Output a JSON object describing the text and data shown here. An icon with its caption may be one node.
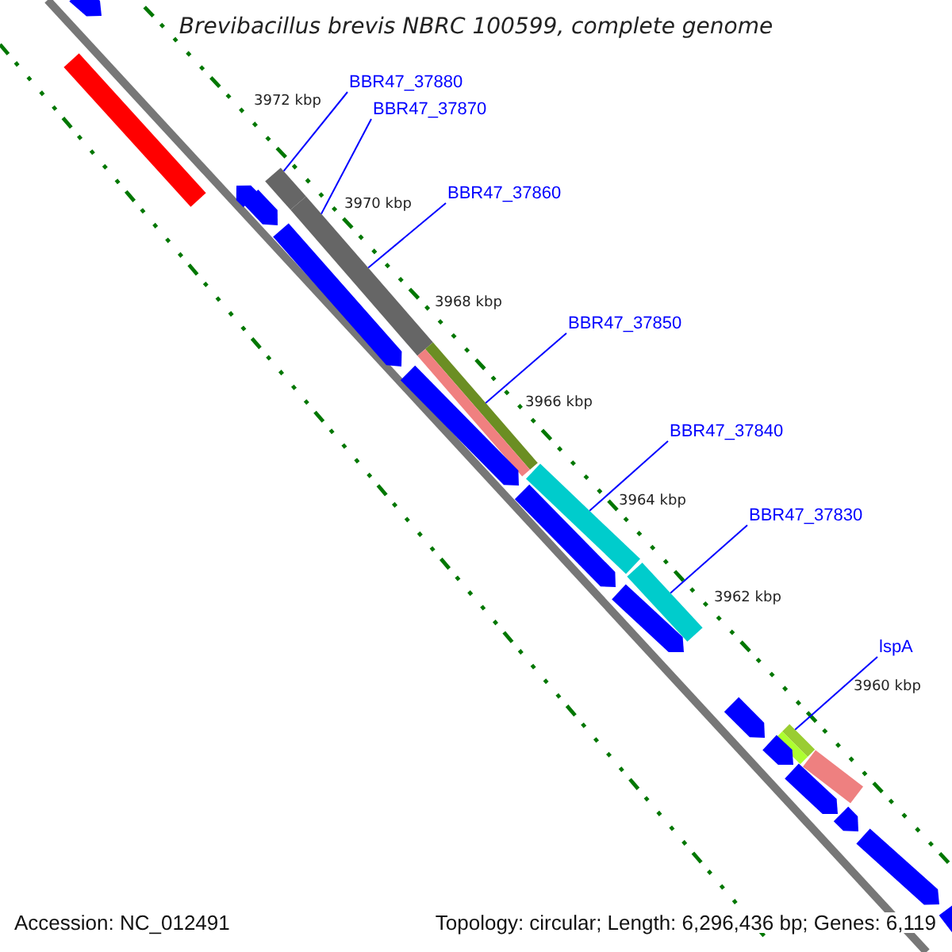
{
  "diagram": {
    "title": "Brevibacillus brevis NBRC 100599, complete genome",
    "nodes": [
      {
        "text": [
          "BBR47_37880"
        ]
      },
      {
        "text": [
          "BBR47_37870"
        ]
      },
      {
        "text": [
          "BBR47_37860"
        ]
      },
      {
        "text": [
          "BBR47_37850"
        ]
      },
      {
        "text": [
          "BBR47_37840"
        ]
      },
      {
        "text": [
          "BBR47_37830"
        ]
      },
      {
        "text": [
          "lspA"
        ]
      },
      {
        "text": [],
        "shape": "arrow"
      },
      {
        "text": [],
        "shape": "bar"
      },
      {
        "text": [],
        "shape": "bar"
      },
      {
        "text": [],
        "shape": "arrow"
      },
      {
        "text": [],
        "shape": "arrow"
      },
      {
        "text": [],
        "shape": "bar"
      },
      {
        "text": [],
        "shape": "arrow"
      },
      {
        "text": [],
        "shape": "bar"
      },
      {
        "text": [],
        "shape": "arrow"
      },
      {
        "text": [],
        "shape": "bar"
      },
      {
        "text": [],
        "shape": "arrow"
      },
      {
        "text": [],
        "shape": "bar"
      },
      {
        "text": [],
        "shape": "arrow"
      },
      {
        "text": [],
        "shape": "arrow"
      },
      {
        "text": [],
        "shape": "bar"
      },
      {
        "text": [],
        "shape": "arrow"
      },
      {
        "text": [],
        "shape": "bar"
      },
      {
        "text": [],
        "shape": "arrow"
      },
      {
        "text": [],
        "shape": "arrow"
      },
      {
        "text": [],
        "shape": "arrow"
      },
      {
        "text": [],
        "shape": "arrow"
      }
    ],
    "edges": [
      {
        "from": 0,
        "to": 9,
        "arrow": "none"
      },
      {
        "from": 1,
        "to": 12,
        "arrow": "none"
      },
      {
        "from": 2,
        "to": 12,
        "arrow": "none"
      },
      {
        "from": 3,
        "to": 14,
        "arrow": "none"
      },
      {
        "from": 4,
        "to": 16,
        "arrow": "none"
      },
      {
        "from": 5,
        "to": 18,
        "arrow": "none"
      },
      {
        "from": 6,
        "to": 21,
        "arrow": "none"
      }
    ],
    "labels": [
      "3972 kbp",
      "3970 kbp",
      "3968 kbp",
      "3966 kbp",
      "3964 kbp",
      "3962 kbp",
      "3960 kbp",
      "Accession: NC_012491",
      "Topology: circular; Length: 6,296,436 bp; Genes: 6,119"
    ]
  }
}
